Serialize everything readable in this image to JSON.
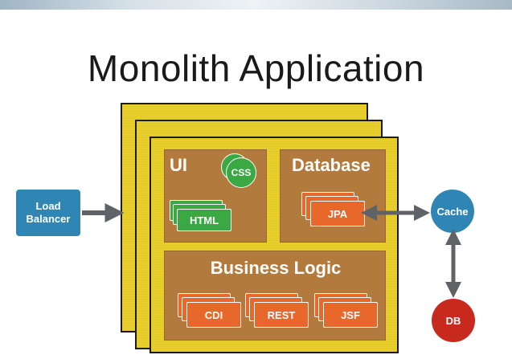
{
  "title": "Monolith Application",
  "load_balancer": {
    "line1": "Load",
    "line2": "Balancer"
  },
  "ui_panel": {
    "title": "UI",
    "css_label": "CSS",
    "html_label": "HTML"
  },
  "database_panel": {
    "title": "Database",
    "jpa_label": "JPA"
  },
  "business_panel": {
    "title": "Business Logic",
    "items": [
      "CDI",
      "REST",
      "JSF"
    ]
  },
  "cache_label": "Cache",
  "db_label": "DB",
  "colors": {
    "application_yellow": "#e8cf2c",
    "panel_brown": "#b27a3c",
    "component_orange": "#e8672a",
    "ui_green": "#3aa843",
    "load_balancer_blue": "#2f86b4",
    "cache_blue": "#2f86b4",
    "db_red": "#c72a1c",
    "arrow_gray": "#5f6266"
  }
}
